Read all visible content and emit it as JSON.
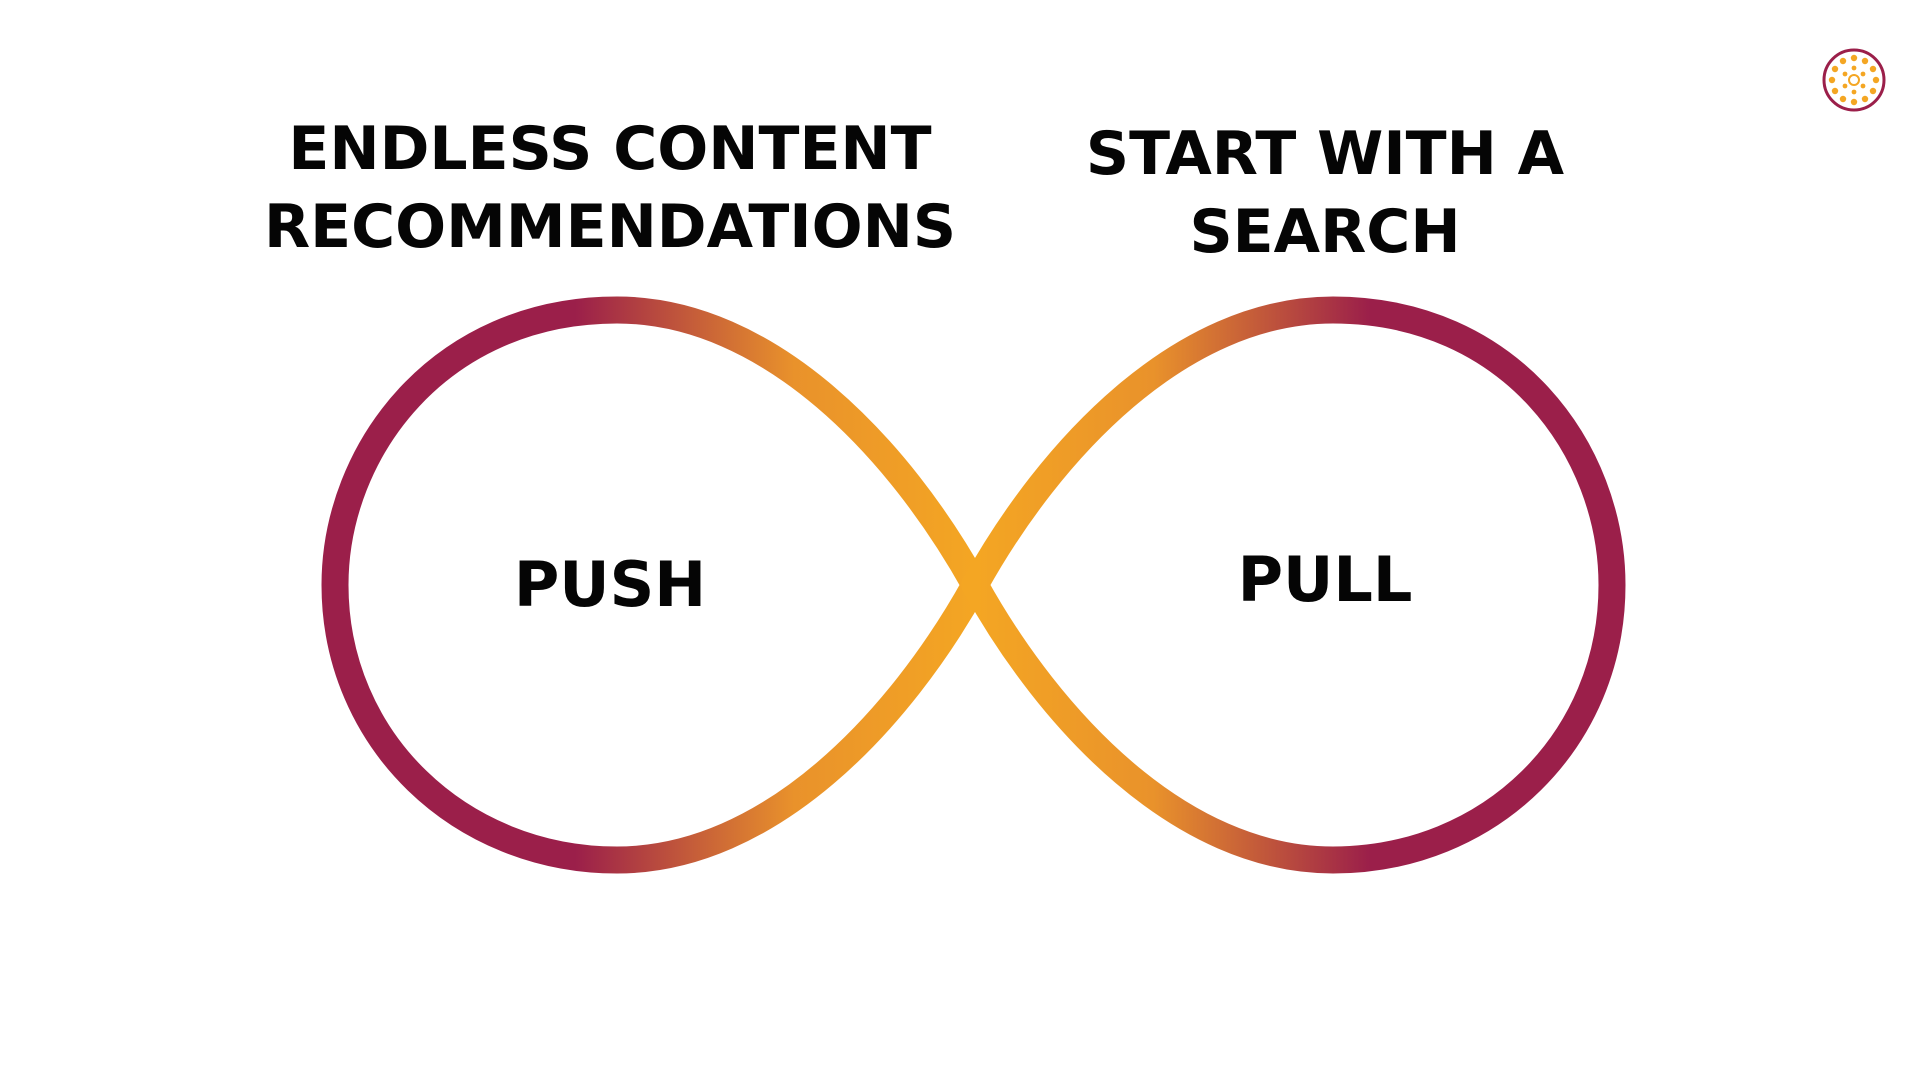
{
  "headings": {
    "left": [
      "ENDLESS CONTENT",
      "RECOMMENDATIONS"
    ],
    "right": [
      "START WITH A",
      "SEARCH"
    ]
  },
  "loops": {
    "left_label": "PUSH",
    "right_label": "PULL"
  },
  "colors": {
    "outer": "#9b1f4a",
    "center": "#f4a623",
    "text": "#050505"
  },
  "icons": {
    "logo": "sun-badge-icon"
  }
}
